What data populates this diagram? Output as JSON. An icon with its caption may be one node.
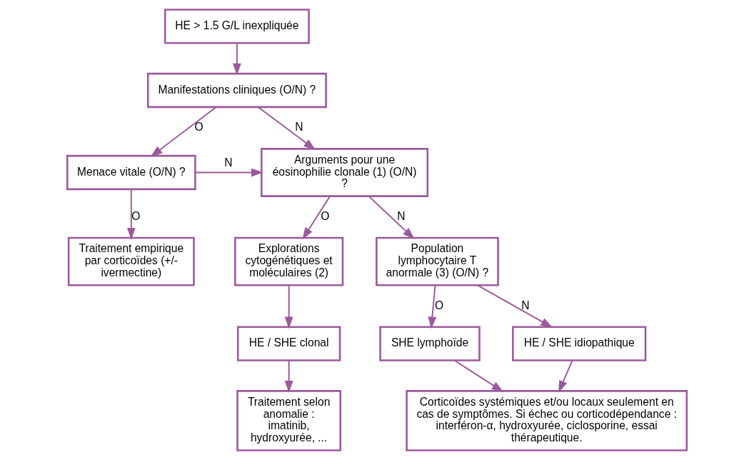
{
  "diagram": {
    "nodes": [
      {
        "text": [
          "HE > 1.5 G/L inexpliquée"
        ]
      },
      {
        "text": [
          "Manifestations cliniques (O/N) ?"
        ]
      },
      {
        "text": [
          "Menace vitale (O/N) ?"
        ]
      },
      {
        "text": [
          "Arguments pour une éosinophilie clonale (1) (O/N) ?"
        ]
      },
      {
        "text": [
          "Traitement empirique par corticoïdes (+/- ivermectine)"
        ]
      },
      {
        "text": [
          "Explorations cytogénétiques et moléculaires (2)"
        ]
      },
      {
        "text": [
          "Population lymphocytaire T anormale (3) (O/N) ?"
        ]
      },
      {
        "text": [
          "HE / SHE clonal"
        ]
      },
      {
        "text": [
          "SHE lymphoïde"
        ]
      },
      {
        "text": [
          "HE / SHE idiopathique"
        ]
      },
      {
        "text": [
          "Traitement selon anomalie : imatinib, hydroxyurée, ..."
        ]
      },
      {
        "text": [
          "Corticoïdes systémiques et/ou locaux seulement en cas de symptômes. Si échec ou corticodépendance : interféron-α, hydroxyurée, ciclosporine, essai thérapeutique."
        ]
      }
    ],
    "edges": [
      {
        "from": 0,
        "to": 1,
        "arrow": "to"
      },
      {
        "from": 1,
        "to": 2,
        "arrow": "to",
        "label": "O"
      },
      {
        "from": 1,
        "to": 3,
        "arrow": "to",
        "label": "N"
      },
      {
        "from": 2,
        "to": 3,
        "arrow": "to",
        "label": "N"
      },
      {
        "from": 2,
        "to": 4,
        "arrow": "to",
        "label": "O"
      },
      {
        "from": 3,
        "to": 5,
        "arrow": "to",
        "label": "O"
      },
      {
        "from": 3,
        "to": 6,
        "arrow": "to",
        "label": "N"
      },
      {
        "from": 5,
        "to": 7,
        "arrow": "to"
      },
      {
        "from": 7,
        "to": 10,
        "arrow": "to"
      },
      {
        "from": 6,
        "to": 8,
        "arrow": "to",
        "label": "O"
      },
      {
        "from": 6,
        "to": 9,
        "arrow": "to",
        "label": "N"
      },
      {
        "from": 8,
        "to": 11,
        "arrow": "to"
      },
      {
        "from": 9,
        "to": 11,
        "arrow": "to"
      }
    ]
  }
}
